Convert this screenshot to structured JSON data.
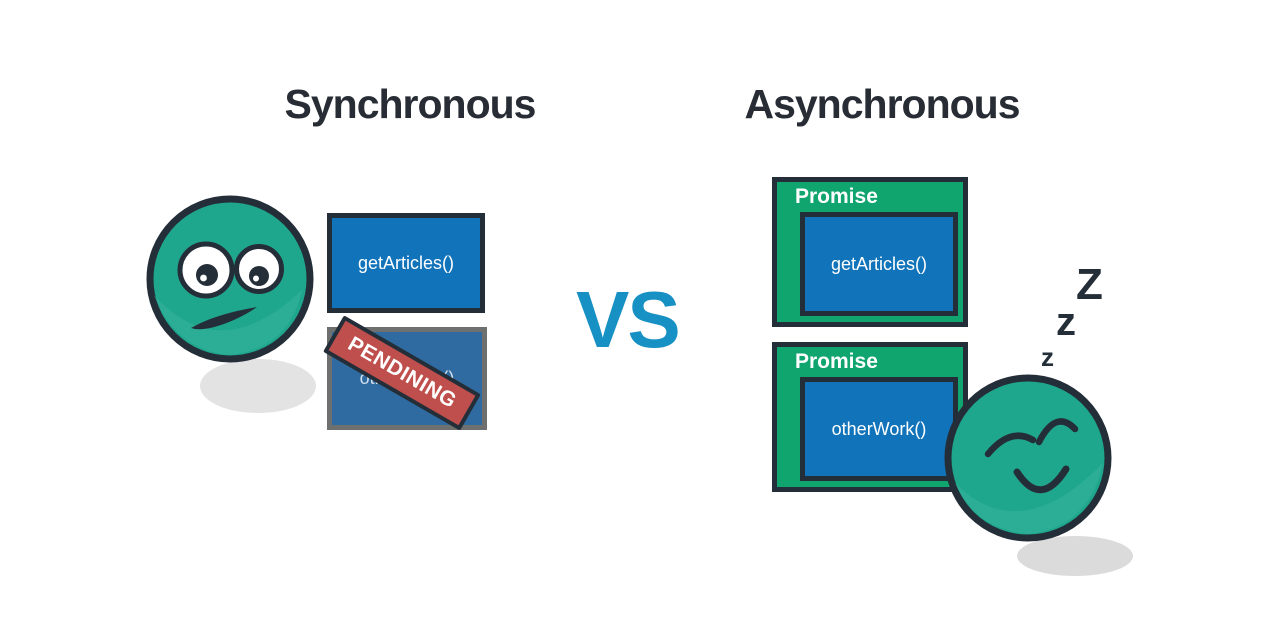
{
  "titles": {
    "left": "Synchronous",
    "right": "Asynchronous"
  },
  "vs_label": "VS",
  "sync_panel": {
    "task1_label": "getArticles()",
    "task2_label": "otherWork()",
    "stamp_label": "PENDINING"
  },
  "async_panel": {
    "promise1": {
      "header": "Promise",
      "task_label": "getArticles()"
    },
    "promise2": {
      "header": "Promise",
      "task_label": "otherWork()"
    },
    "sleep_zs": {
      "large": "Z",
      "medium": "z",
      "small": "z"
    }
  },
  "icons": {
    "left_face": "worried-face-icon",
    "right_face": "sleeping-face-icon"
  },
  "colors": {
    "face_teal": "#1fa78e",
    "promise_green": "#10a56e",
    "task_blue": "#1173ba",
    "pending_blue": "#2f6ba0",
    "pending_border_gray": "#6e7070",
    "stamp_red": "#bf4f4c",
    "vs_blue": "#1790c4",
    "outline_dark": "#242e38",
    "heading_dark": "#282d35",
    "shadow_gray": "#e3e3e3"
  }
}
